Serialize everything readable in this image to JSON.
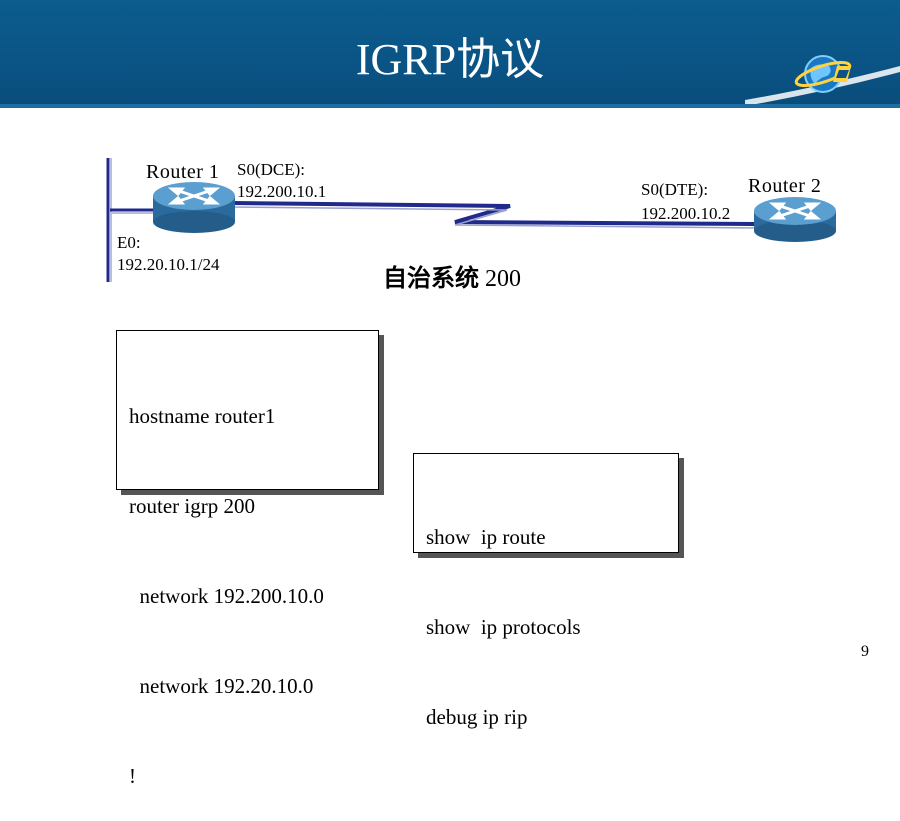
{
  "slide": {
    "title": "IGRP协议",
    "page_number": "9"
  },
  "diagram": {
    "router1": {
      "name": "Router 1",
      "serial_interface": "S0(DCE):",
      "serial_ip": "192.200.10.1",
      "ethernet_interface": "E0:",
      "ethernet_ip": "192.20.10.1/24"
    },
    "router2": {
      "name": "Router 2",
      "serial_interface": "S0(DTE):",
      "serial_ip": "192.200.10.2"
    },
    "as_label_text": "自治系统",
    "as_label_number": "200"
  },
  "config_box": {
    "lines": [
      "hostname router1",
      "router igrp 200",
      "  network 192.200.10.0",
      "  network 192.20.10.0",
      "!"
    ]
  },
  "command_box": {
    "lines": [
      "show  ip route",
      "show  ip protocols",
      "debug ip rip"
    ]
  },
  "colors": {
    "title_bar": "#0a5485",
    "link": "#1f2a8a",
    "router_body": "#3d7fb0"
  }
}
